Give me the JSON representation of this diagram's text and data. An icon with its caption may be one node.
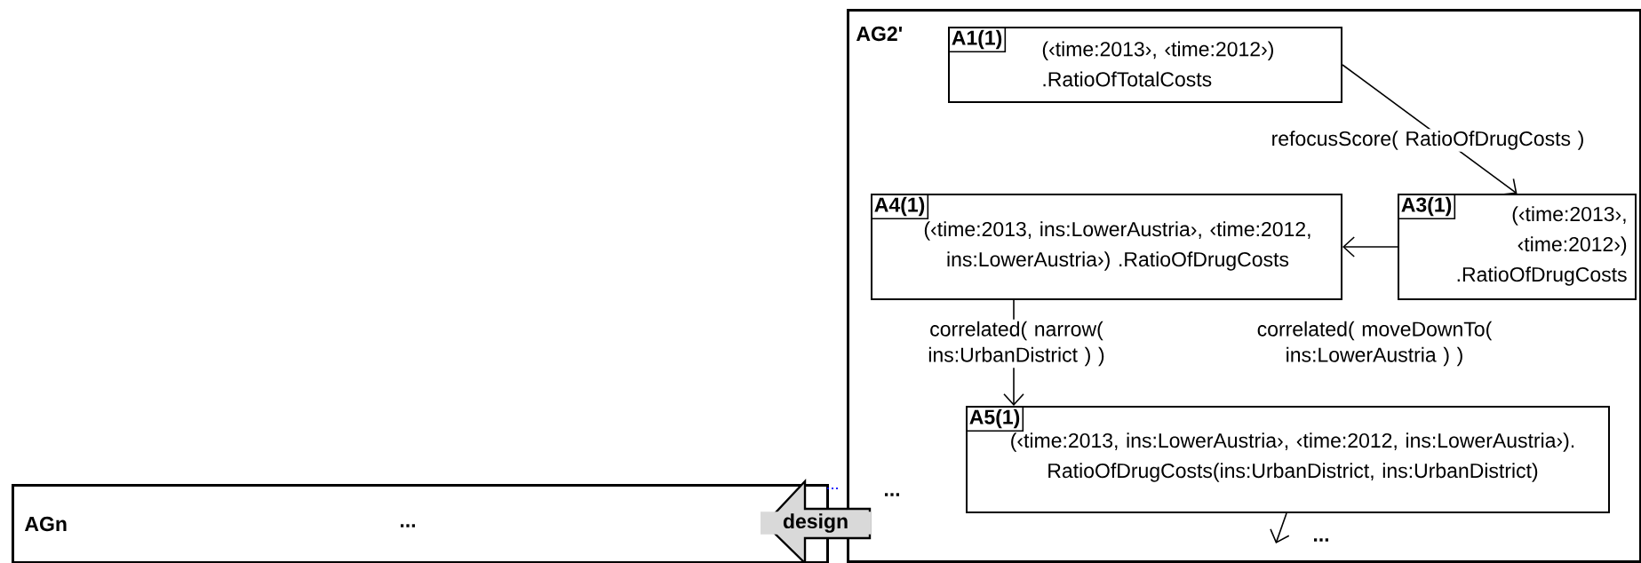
{
  "diagram": {
    "nodes": [
      {
        "text": [
          "AG2'"
        ]
      },
      {
        "text": [
          "A1(1)",
          "(‹time:2013›, ‹time:2012›) .RatioOfTotalCosts"
        ],
        "in": 0
      },
      {
        "text": [
          "A4(1)",
          "(‹time:2013, ins:LowerAustria›, ‹time:2012, ins:LowerAustria›) .RatioOfDrugCosts"
        ],
        "in": 0
      },
      {
        "text": [
          "A3(1)",
          "(‹time:2013›, ‹time:2012›) .RatioOfDrugCosts"
        ],
        "in": 0
      },
      {
        "text": [
          "A5(1)",
          "(‹time:2013, ins:LowerAustria›, ‹time:2012, ins:LowerAustria›). RatioOfDrugCosts(ins:UrbanDistrict, ins:UrbanDistrict)"
        ],
        "in": 0
      },
      {
        "text": [
          "AGn",
          "..."
        ]
      }
    ],
    "edges": [
      {
        "from": 1,
        "to": 3,
        "arrow": "to",
        "label": "refocusScore( RatioOfDrugCosts )"
      },
      {
        "from": 3,
        "to": 2,
        "arrow": "to"
      },
      {
        "from": 2,
        "to": 4,
        "arrow": "to",
        "label": "correlated( narrow( ins:UrbanDistrict ) )"
      },
      {
        "from": 4,
        "to": null,
        "arrow": "to"
      },
      {
        "from": 0,
        "to": 5,
        "arrow": "to",
        "label": "design"
      }
    ],
    "labels": [
      "correlated( moveDownTo( ins:LowerAustria ) )",
      "...",
      "...",
      "..."
    ]
  }
}
